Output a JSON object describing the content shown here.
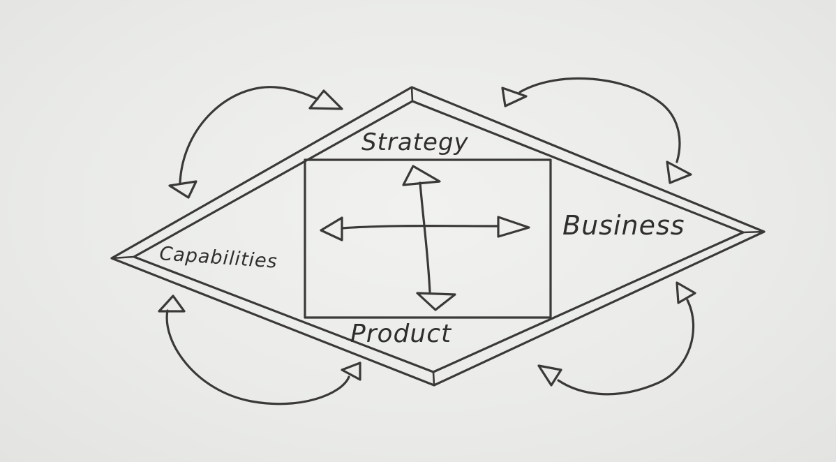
{
  "diagram": {
    "labels": {
      "top": "Strategy",
      "right": "Business",
      "bottom": "Product",
      "left": "Capabilities"
    },
    "ink_color": "#3a3938",
    "background_color": "#ebecea"
  }
}
